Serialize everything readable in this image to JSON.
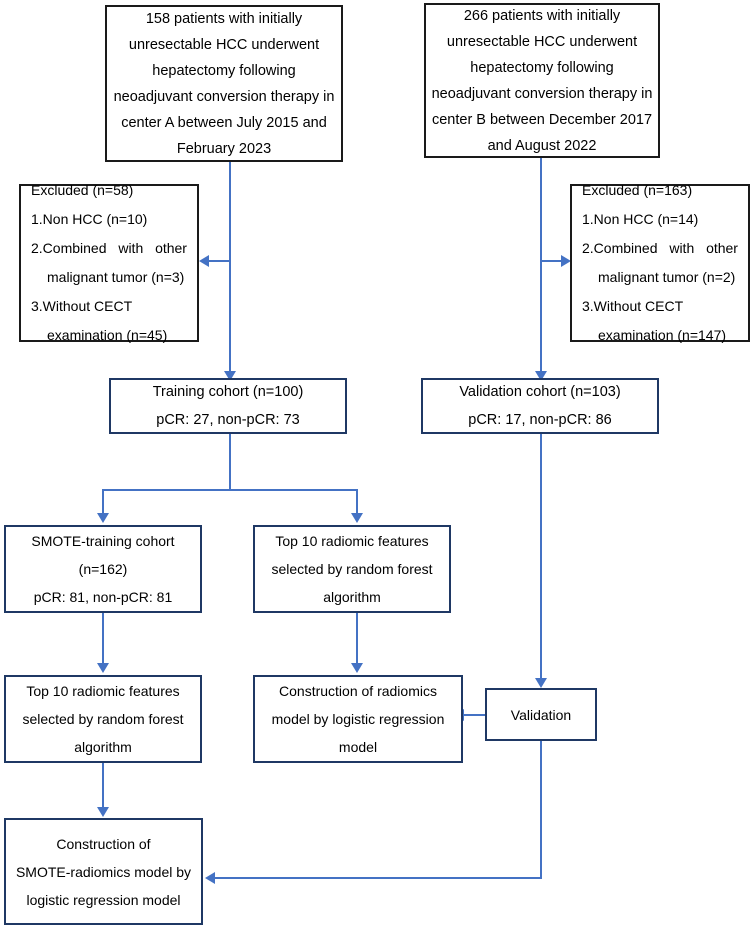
{
  "diagram": {
    "title": "Patient selection and radiomics model construction flowchart",
    "colors": {
      "connector": "#4472c4",
      "box_border_black": "#1a1a1a",
      "box_border_navy": "#1f3864",
      "background": "#ffffff",
      "text": "#000000"
    }
  },
  "nodes": {
    "center_a_source": {
      "lines": [
        "158 patients with initially",
        "unresectable HCC underwent",
        "hepatectomy following",
        "neoadjuvant conversion therapy in",
        "center A between July 2015 and",
        "February 2023"
      ]
    },
    "center_b_source": {
      "lines": [
        "266 patients with initially",
        "unresectable HCC underwent",
        "hepatectomy following",
        "neoadjuvant conversion therapy in",
        "center B between December 2017",
        "and August 2022"
      ]
    },
    "excluded_left": {
      "header": "Excluded (n=58)",
      "items": [
        {
          "text": "1.Non HCC (n=10)"
        },
        {
          "text": "2.Combined  with  other",
          "justify": true,
          "parts": [
            "2.Combined",
            "with",
            "other"
          ]
        },
        {
          "text": "malignant tumor (n=3)",
          "indent": true
        },
        {
          "text": "3.Without CECT"
        },
        {
          "text": "examination (n=45)",
          "indent": true
        }
      ]
    },
    "excluded_right": {
      "header": "Excluded (n=163)",
      "items": [
        {
          "text": "1.Non HCC (n=14)"
        },
        {
          "text": "2.Combined  with  other",
          "justify": true,
          "parts": [
            "2.Combined",
            "with",
            "other"
          ]
        },
        {
          "text": "malignant tumor (n=2)",
          "indent": true
        },
        {
          "text": "3.Without CECT"
        },
        {
          "text": "examination (n=147)",
          "indent": true
        }
      ]
    },
    "training_cohort": {
      "lines": [
        "Training cohort (n=100)",
        "pCR: 27, non-pCR: 73"
      ]
    },
    "validation_cohort": {
      "lines": [
        "Validation cohort (n=103)",
        "pCR: 17, non-pCR: 86"
      ]
    },
    "smote_training_cohort": {
      "lines": [
        "SMOTE-training cohort",
        "(n=162)",
        "pCR: 81, non-pCR: 81"
      ]
    },
    "top10_features_right": {
      "lines": [
        "Top 10 radiomic features",
        "selected by random forest",
        "algorithm"
      ]
    },
    "top10_features_left": {
      "lines": [
        "Top 10 radiomic features",
        "selected by random forest",
        "algorithm"
      ]
    },
    "radiomics_model": {
      "lines": [
        "Construction of radiomics",
        "model by logistic regression",
        "model"
      ]
    },
    "validation": {
      "lines": [
        "Validation"
      ]
    },
    "smote_radiomics_model": {
      "lines": [
        "Construction of",
        "SMOTE-radiomics model by",
        "logistic regression model"
      ]
    }
  }
}
